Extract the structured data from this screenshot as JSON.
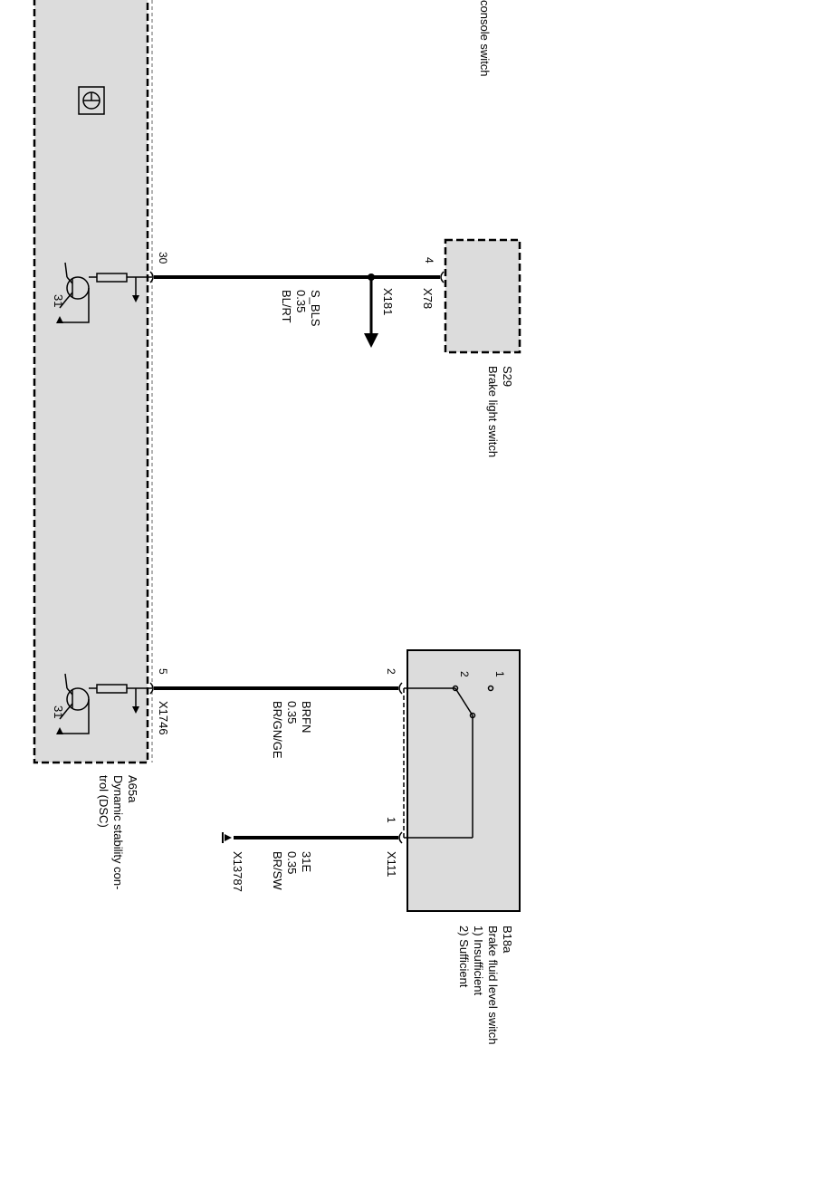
{
  "top_label": "console switch",
  "module": {
    "id": "A65a",
    "name_line1": "Dynamic stability con-",
    "name_line2": "trol (DSC)",
    "ground_label": "31",
    "pin_upper": "30",
    "pin_lower": "5",
    "connector_lower": "X1746"
  },
  "wire_upper": {
    "signal": "S_BLS",
    "gauge": "0.35",
    "color": "BL/RT",
    "junction": "X181"
  },
  "wire_lower": {
    "signal": "BRFN",
    "gauge": "0.35",
    "color": "BR/GN/GE"
  },
  "wire_ground": {
    "signal": "31E",
    "gauge": "0.35",
    "color": "BR/SW",
    "ground": "X13787"
  },
  "brake_light_switch": {
    "id": "S29",
    "name": "Brake light switch",
    "pin": "4",
    "connector": "X78"
  },
  "fluid_switch": {
    "id": "B18a",
    "name": "Brake fluid level switch",
    "option1": "1) Insufficient",
    "option2": "2) Sufficient",
    "pin_top": "2",
    "pin_bottom": "1",
    "connector": "X111",
    "contact1": "1",
    "contact2": "2"
  },
  "colors": {
    "module_fill": "#dcdcdc",
    "line": "#000000"
  }
}
